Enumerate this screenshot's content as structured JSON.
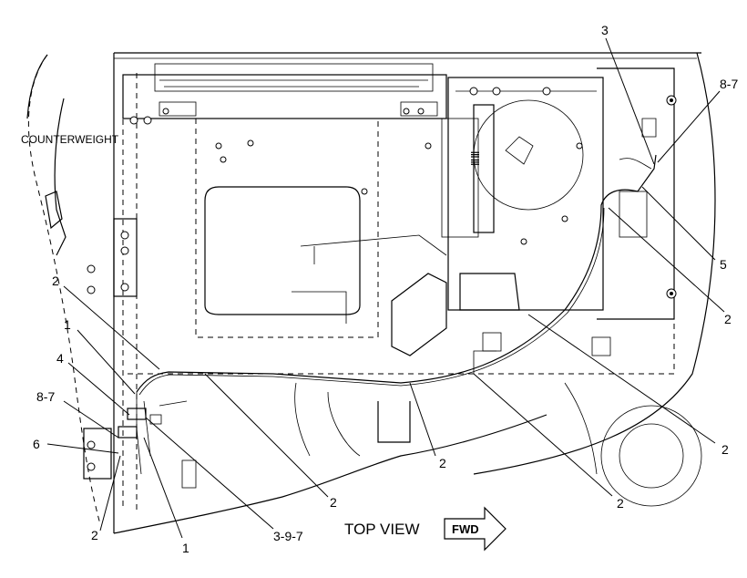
{
  "labels": {
    "counterweight": "COUNTERWEIGHT",
    "top_view": "TOP VIEW",
    "fwd": "FWD"
  },
  "callouts": [
    {
      "id": "c3",
      "text": "3"
    },
    {
      "id": "c87a",
      "text": "8-7"
    },
    {
      "id": "c5",
      "text": "5"
    },
    {
      "id": "c2r1",
      "text": "2"
    },
    {
      "id": "c2r2",
      "text": "2"
    },
    {
      "id": "c2b1",
      "text": "2"
    },
    {
      "id": "c2b2",
      "text": "2"
    },
    {
      "id": "c2b3",
      "text": "2"
    },
    {
      "id": "c2tl",
      "text": "2"
    },
    {
      "id": "c1a",
      "text": "1"
    },
    {
      "id": "c4",
      "text": "4"
    },
    {
      "id": "c87b",
      "text": "8-7"
    },
    {
      "id": "c6",
      "text": "6"
    },
    {
      "id": "c2bl",
      "text": "2"
    },
    {
      "id": "c1b",
      "text": "1"
    },
    {
      "id": "c397",
      "text": "3-9-7"
    }
  ]
}
